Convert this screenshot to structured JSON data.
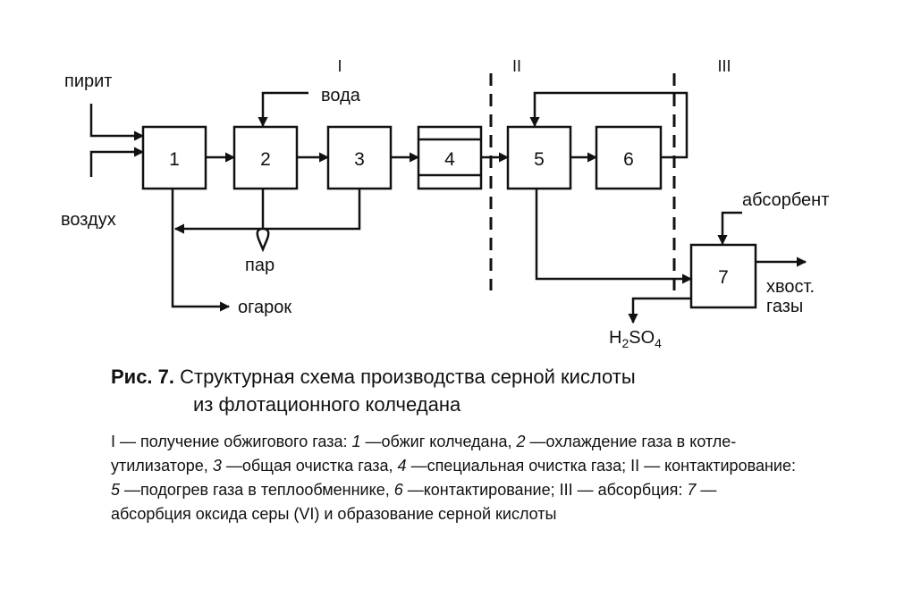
{
  "diagram": {
    "sections": [
      "I",
      "II",
      "III"
    ],
    "blocks": [
      "1",
      "2",
      "3",
      "4",
      "5",
      "6",
      "7"
    ],
    "labels": {
      "pyrite": "пирит",
      "air": "воздух",
      "water": "вода",
      "steam": "пар",
      "cinder": "огарок",
      "absorbent": "абсорбент",
      "tail_gas_1": "хвост.",
      "tail_gas_2": "газы",
      "acid_h": "H",
      "acid_2": "2",
      "acid_so": "SO",
      "acid_4": "4"
    }
  },
  "caption": {
    "prefix": "Рис. 7.",
    "line1": "Структурная схема производства серной кислоты",
    "line2": "из флотационного  колчедана"
  },
  "legend": {
    "l1a": "I — получение обжигового газа: ",
    "n1": "1",
    "l1b": " —обжиг колчедана, ",
    "n2": "2",
    "l1c": " —охлаждение газа в котле-утилизаторе, ",
    "n3": "3",
    "l1d": " —общая очистка газа, ",
    "n4": "4",
    "l1e": " —специальная очистка газа; II — контактирование: ",
    "n5": "5",
    "l1f": " —подогрев газа в теплообменнике, ",
    "n6": "6",
    "l1g": " —контактирование; III — абсорбция: ",
    "n7": "7",
    "l1h": " — абсорбция оксида серы (VI) и образование серной кислоты"
  }
}
